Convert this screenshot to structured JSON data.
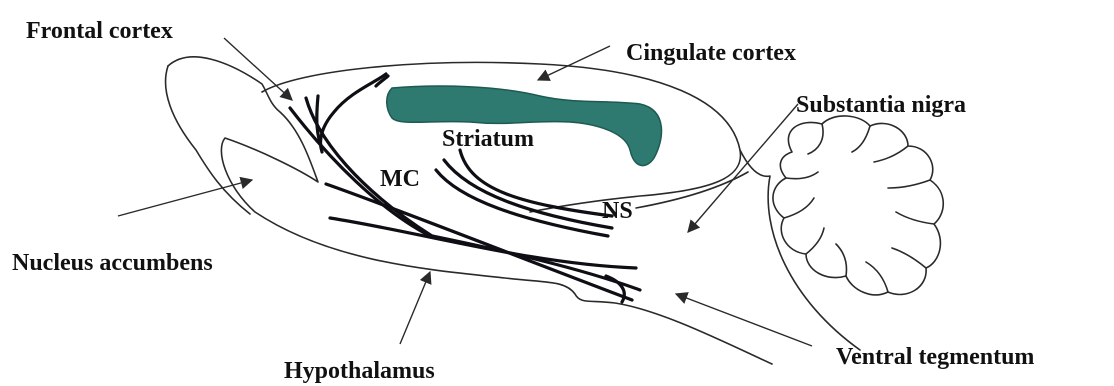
{
  "labels": {
    "frontal_cortex": "Frontal cortex",
    "cingulate_cortex": "Cingulate cortex",
    "substantia_nigra": "Substantia nigra",
    "striatum": "Striatum",
    "mc": "MC",
    "ns": "NS",
    "nucleus_accumbens": "Nucleus accumbens",
    "hypothalamus": "Hypothalamus",
    "ventral_tegmentum": "Ventral tegmentum"
  },
  "colors": {
    "ventricle_fill": "#2e7a70",
    "tract_stroke": "#0e0e14",
    "outline_stroke": "#2a2a2a",
    "text": "#111111"
  }
}
